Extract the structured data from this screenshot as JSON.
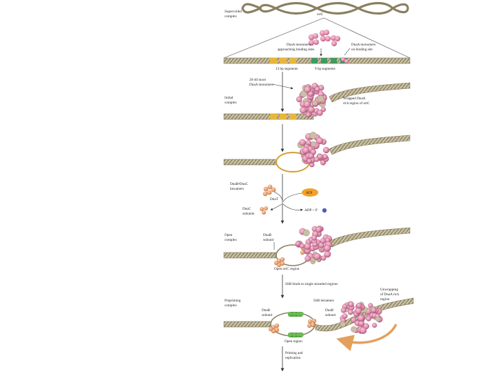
{
  "labels": {
    "supercoiled": [
      "Supercoiled",
      "complex"
    ],
    "oric": "oriC",
    "dnaa_approaching": [
      "DnaA monomers",
      "approaching binding sites"
    ],
    "dnaa_on_site": [
      "DnaA monomers",
      "on binding site"
    ],
    "seg13": "13 bp segments",
    "seg9": "9 bp segments",
    "twenty_monomers": [
      "20-40 more",
      "DnaA monomers"
    ],
    "initial_complex": [
      "Initial",
      "complex"
    ],
    "wrapped": [
      "Wrapped DnaA",
      "rich region of oriC"
    ],
    "dnab_dnac": [
      "DnaB•DnaC",
      "hexamers"
    ],
    "atp": "ATP",
    "dnat": "DnaT",
    "adp_pi": "ADP + P",
    "dnac": [
      "DnaC",
      "subunits"
    ],
    "open_complex": [
      "Open",
      "complex"
    ],
    "dnab_subunit": [
      "DnaB",
      "subunit"
    ],
    "open_oric": "Open oriC region",
    "ssb_binds": "SSB binds to single stranded regions",
    "unwrapping": [
      "Unwrapping",
      "of DnaA rich",
      "region"
    ],
    "ssb_tetramers": "SSB tetramers",
    "prepriming": [
      "Prepriming",
      "complex"
    ],
    "dnab_subunit2": [
      "DnaB",
      "subunit"
    ],
    "dnab_subunit3": [
      "DnaB",
      "subunit"
    ],
    "open_region": "Open region",
    "priming": [
      "Priming and",
      "replication"
    ]
  },
  "colors": {
    "dna": "#bdb394",
    "dna_dark": "#8a7f61",
    "dnaa": "#e592b2",
    "dnaa_dark": "#b45a80",
    "site13": "#e9b63a",
    "site9": "#3f9a63",
    "dnab": "#e39868",
    "ssb": "#4c9a3a",
    "atp": "#f2a02a",
    "pi": "#4b5fc4",
    "arrow_orange": "#e49f5c"
  }
}
